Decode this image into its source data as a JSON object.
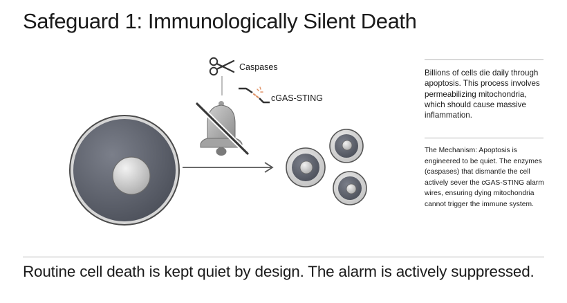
{
  "title": "Safeguard 1: Immunologically Silent Death",
  "diagram": {
    "caspases_label": "Caspases",
    "cgas_label": "cGAS-STING",
    "icons": [
      "scissors-icon",
      "muted-bell-icon",
      "severed-wire-icon",
      "cell-icon",
      "apoptotic-bodies-icon",
      "arrow-right-icon"
    ]
  },
  "sidebar": {
    "intro": "Billions of cells die daily through apoptosis. This process involves permeabilizing mitochondria, which should cause massive inflammation.",
    "mechanism": "The Mechanism: Apoptosis is engineered to be quiet. The enzymes (caspases) that dismantle the cell actively sever the cGAS-STING alarm wires, ensuring dying mitochondria cannot trigger the immune system."
  },
  "footer": "Routine cell death is kept quiet by design. The alarm is actively suppressed."
}
